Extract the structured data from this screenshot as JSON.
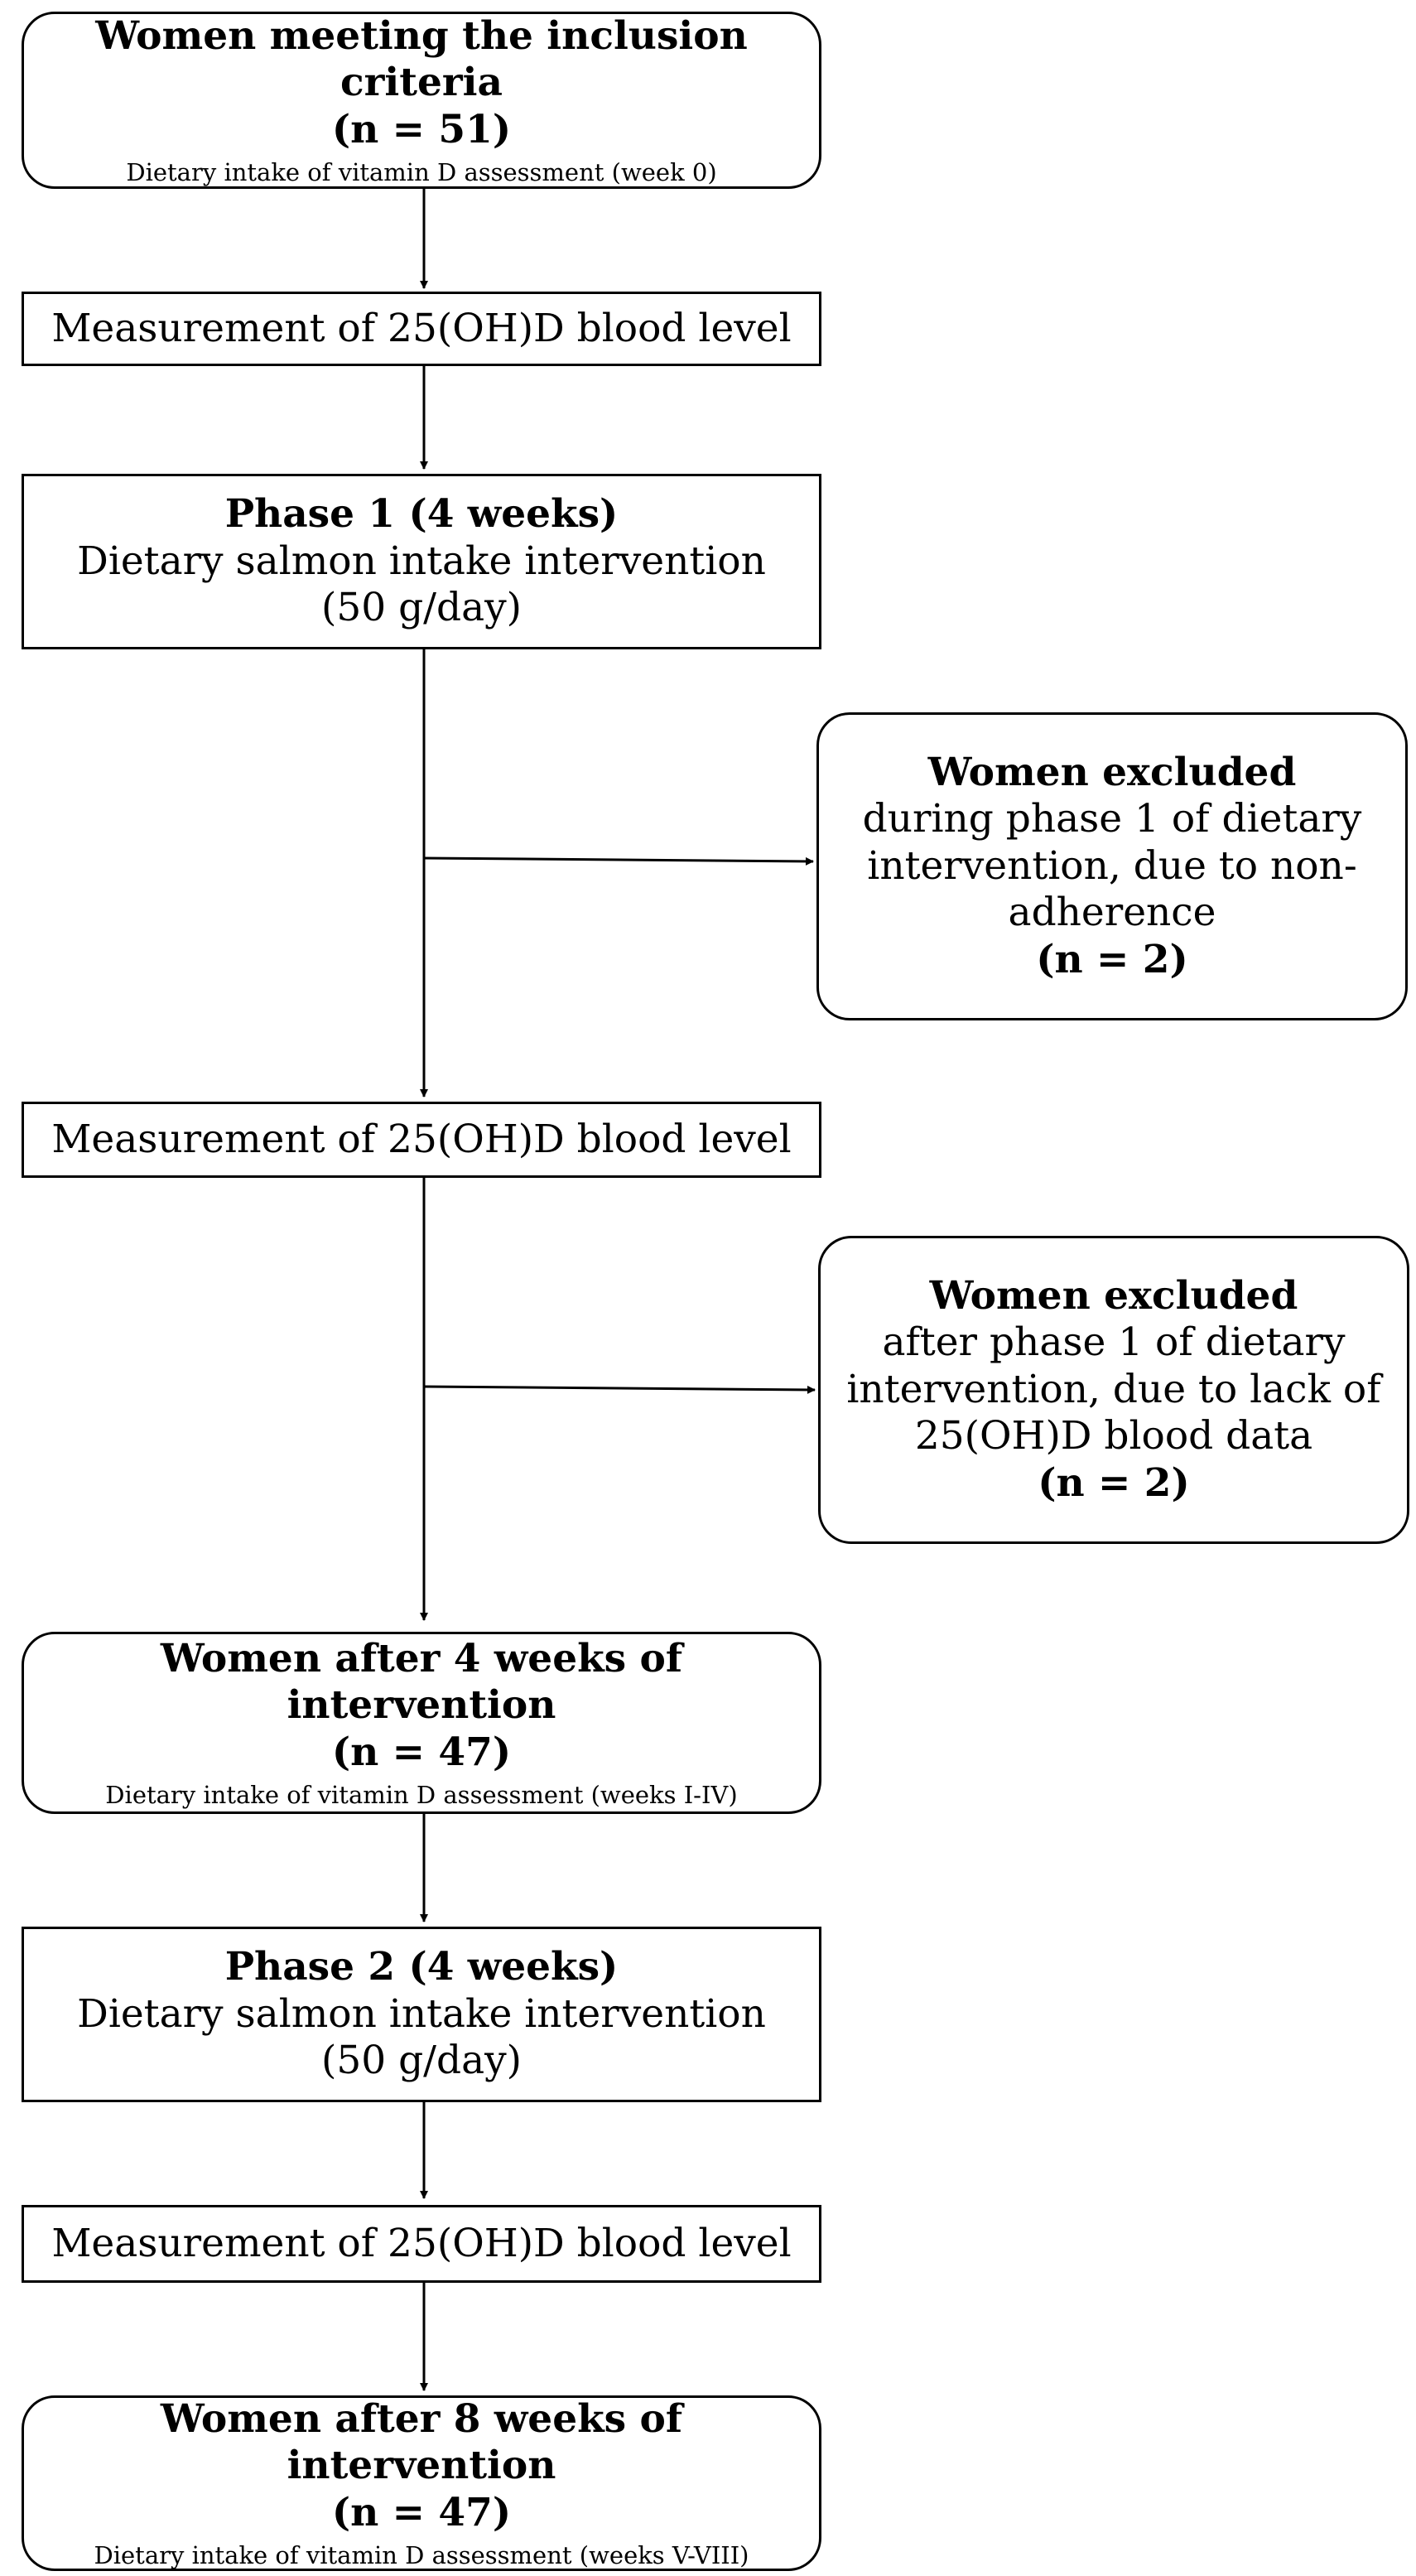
{
  "boxes": {
    "inclusion": {
      "title": "Women meeting the inclusion criteria",
      "n": "(n = 51)",
      "note": "Dietary intake of vitamin D assessment (week 0)"
    },
    "measurement_1": {
      "label": "Measurement of 25(OH)D blood level"
    },
    "phase_1": {
      "title": "Phase 1 (4 weeks)",
      "line1": "Dietary salmon intake intervention",
      "line2": "(50 g/day)"
    },
    "excluded_1": {
      "title": "Women excluded",
      "line1": "during phase 1 of dietary",
      "line2": "intervention, due to non-",
      "line3": "adherence",
      "n": "(n = 2)"
    },
    "measurement_2": {
      "label": "Measurement of 25(OH)D blood level"
    },
    "excluded_2": {
      "title": "Women excluded",
      "line1": "after phase 1 of dietary",
      "line2": "intervention, due to lack of",
      "line3": "25(OH)D blood data",
      "n": "(n = 2)"
    },
    "after_4_weeks": {
      "title": "Women after 4 weeks of intervention",
      "n": "(n = 47)",
      "note": "Dietary intake of vitamin D assessment (weeks I-IV)"
    },
    "phase_2": {
      "title": "Phase 2 (4 weeks)",
      "line1": "Dietary salmon intake intervention",
      "line2": "(50 g/day)"
    },
    "measurement_3": {
      "label": "Measurement of 25(OH)D blood level"
    },
    "after_8_weeks": {
      "title": "Women after 8 weeks of intervention",
      "n": "(n = 47)",
      "note": "Dietary intake of vitamin D assessment (weeks V-VIII)"
    }
  }
}
